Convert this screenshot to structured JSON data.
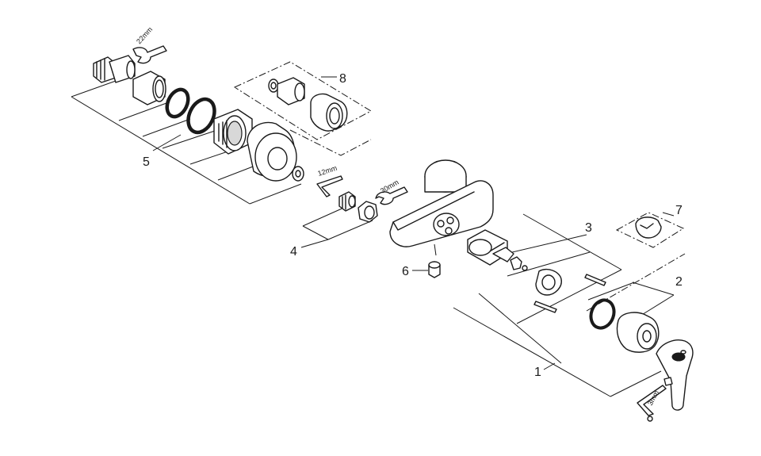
{
  "diagram": {
    "callouts": {
      "c1": "1",
      "c2": "2",
      "c3": "3",
      "c4": "4",
      "c5": "5",
      "c6": "6",
      "c7": "7",
      "c8": "8"
    },
    "tools": {
      "wrench_top": "22mm",
      "allen_key_mid": "12mm",
      "wrench_mid": "30mm",
      "allen_key_handle": "3mm"
    }
  }
}
